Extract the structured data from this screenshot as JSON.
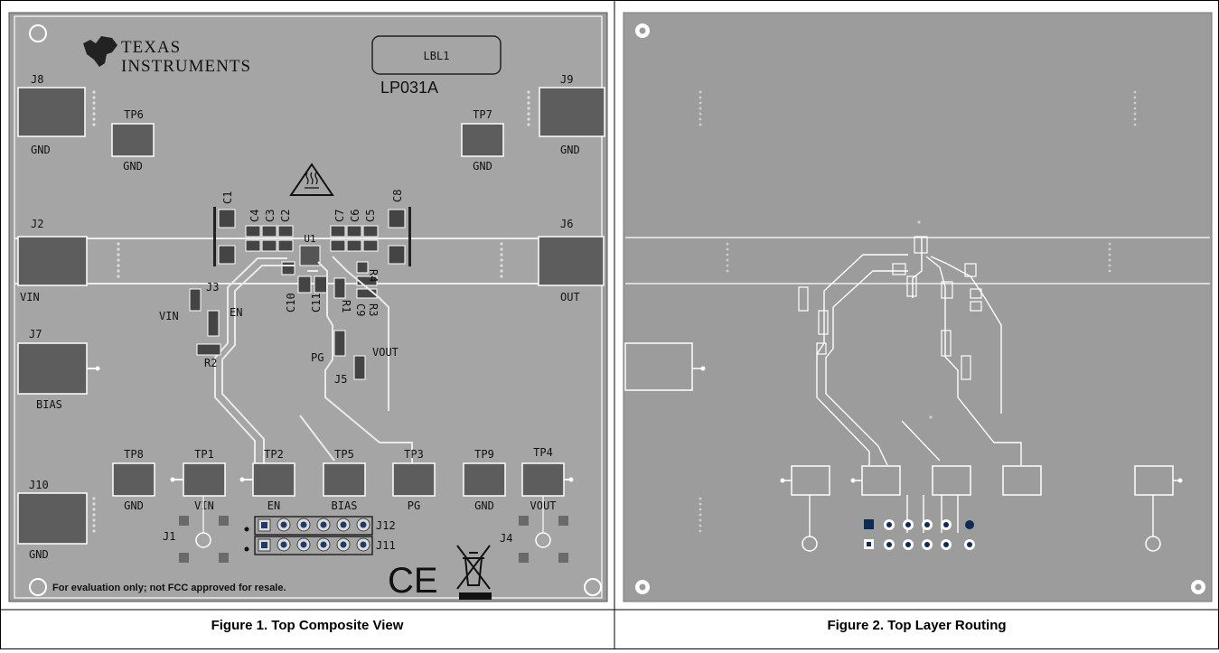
{
  "figure1": {
    "caption": "Figure 1. Top Composite View",
    "logo": {
      "line1": "Texas",
      "line2": "Instruments"
    },
    "label_box": "LBL1",
    "board_name": "LP031A",
    "footer_note": "For evaluation only; not FCC approved for resale.",
    "connectors": {
      "j8": "J8",
      "j9": "J9",
      "j2": "J2",
      "j6": "J6",
      "j7": "J7",
      "j10": "J10",
      "j8_label": "GND",
      "j9_label": "GND",
      "j2_label": "VIN",
      "j6_label": "OUT",
      "j7_label": "BIAS",
      "j10_label": "GND"
    },
    "test_points": [
      {
        "name": "TP8",
        "label": "GND"
      },
      {
        "name": "TP1",
        "label": "VIN"
      },
      {
        "name": "TP2",
        "label": "EN"
      },
      {
        "name": "TP5",
        "label": "BIAS"
      },
      {
        "name": "TP3",
        "label": "PG"
      },
      {
        "name": "TP9",
        "label": "GND"
      },
      {
        "name": "TP4",
        "label": "VOUT"
      }
    ],
    "tp_top": {
      "tp6": "TP6",
      "tp6_label": "GND",
      "tp7": "TP7",
      "tp7_label": "GND"
    },
    "parts": {
      "c1": "C1",
      "c4": "C4",
      "c3": "C3",
      "c2": "C2",
      "c7": "C7",
      "c6": "C6",
      "c5": "C5",
      "c8": "C8",
      "u1": "U1",
      "r4": "R4",
      "c10": "C10",
      "c11": "C11",
      "r1": "R1",
      "c9": "C9",
      "r3": "R3",
      "j3": "J3",
      "j3_vin": "VIN",
      "j3_en": "EN",
      "r2": "R2",
      "j5": "J5",
      "j5_pg": "PG",
      "j5_vout": "VOUT",
      "j12": "J12",
      "j11": "J11",
      "j1": "J1",
      "j4": "J4"
    },
    "ce_mark": "CE"
  },
  "figure2": {
    "caption": "Figure 2. Top Layer Routing"
  }
}
